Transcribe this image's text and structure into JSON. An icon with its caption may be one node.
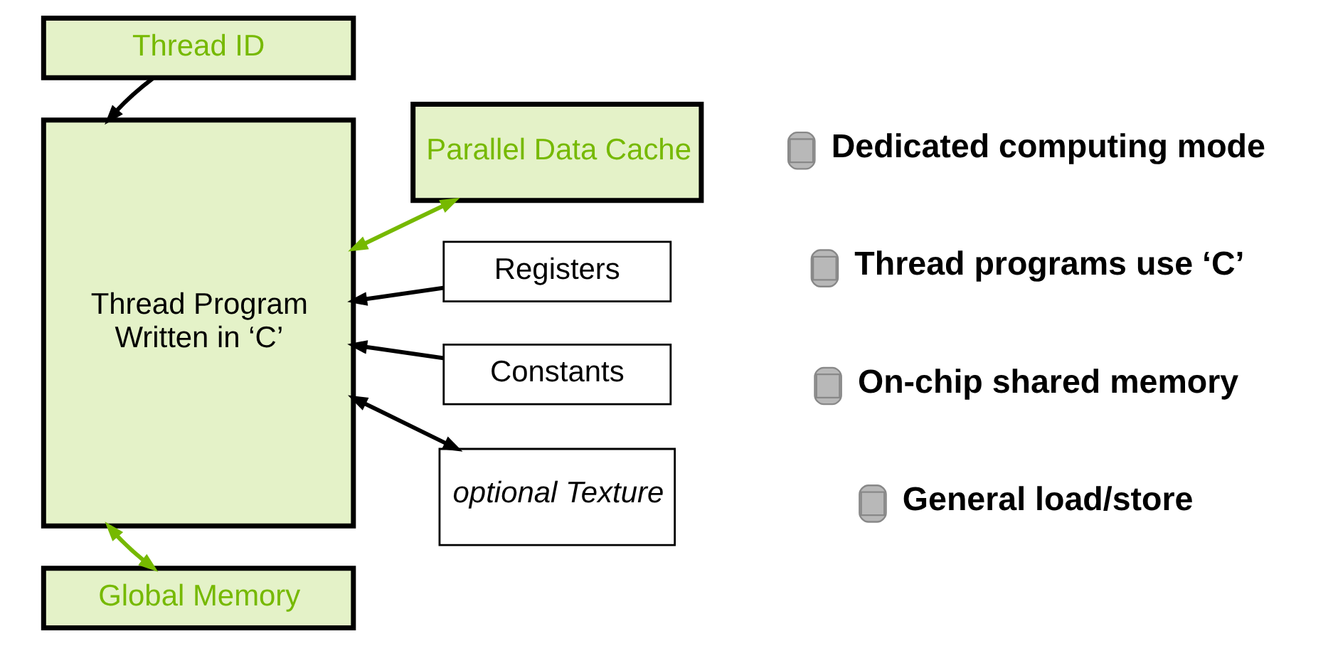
{
  "diagram": {
    "nodes": [
      {
        "text": [
          "Thread ID"
        ]
      },
      {
        "text": [
          "Thread Program",
          "Written in ‘C’"
        ]
      },
      {
        "text": [
          "Parallel Data Cache"
        ]
      },
      {
        "text": [
          "Registers"
        ]
      },
      {
        "text": [
          "Constants"
        ]
      },
      {
        "text": [
          "optional Texture"
        ]
      },
      {
        "text": [
          "Global Memory"
        ]
      }
    ],
    "edges": [
      {
        "from": 0,
        "to": 1,
        "arrow": "to"
      },
      {
        "from": 1,
        "to": 2,
        "arrow": "both",
        "color": "#76b900"
      },
      {
        "from": 3,
        "to": 1,
        "arrow": "to"
      },
      {
        "from": 4,
        "to": 1,
        "arrow": "to"
      },
      {
        "from": 1,
        "to": 5,
        "arrow": "both"
      },
      {
        "from": 1,
        "to": 6,
        "arrow": "both",
        "color": "#76b900"
      }
    ],
    "labels": [
      "Dedicated computing mode",
      "Thread programs use ‘C’",
      "On-chip shared memory",
      "General load/store"
    ]
  }
}
